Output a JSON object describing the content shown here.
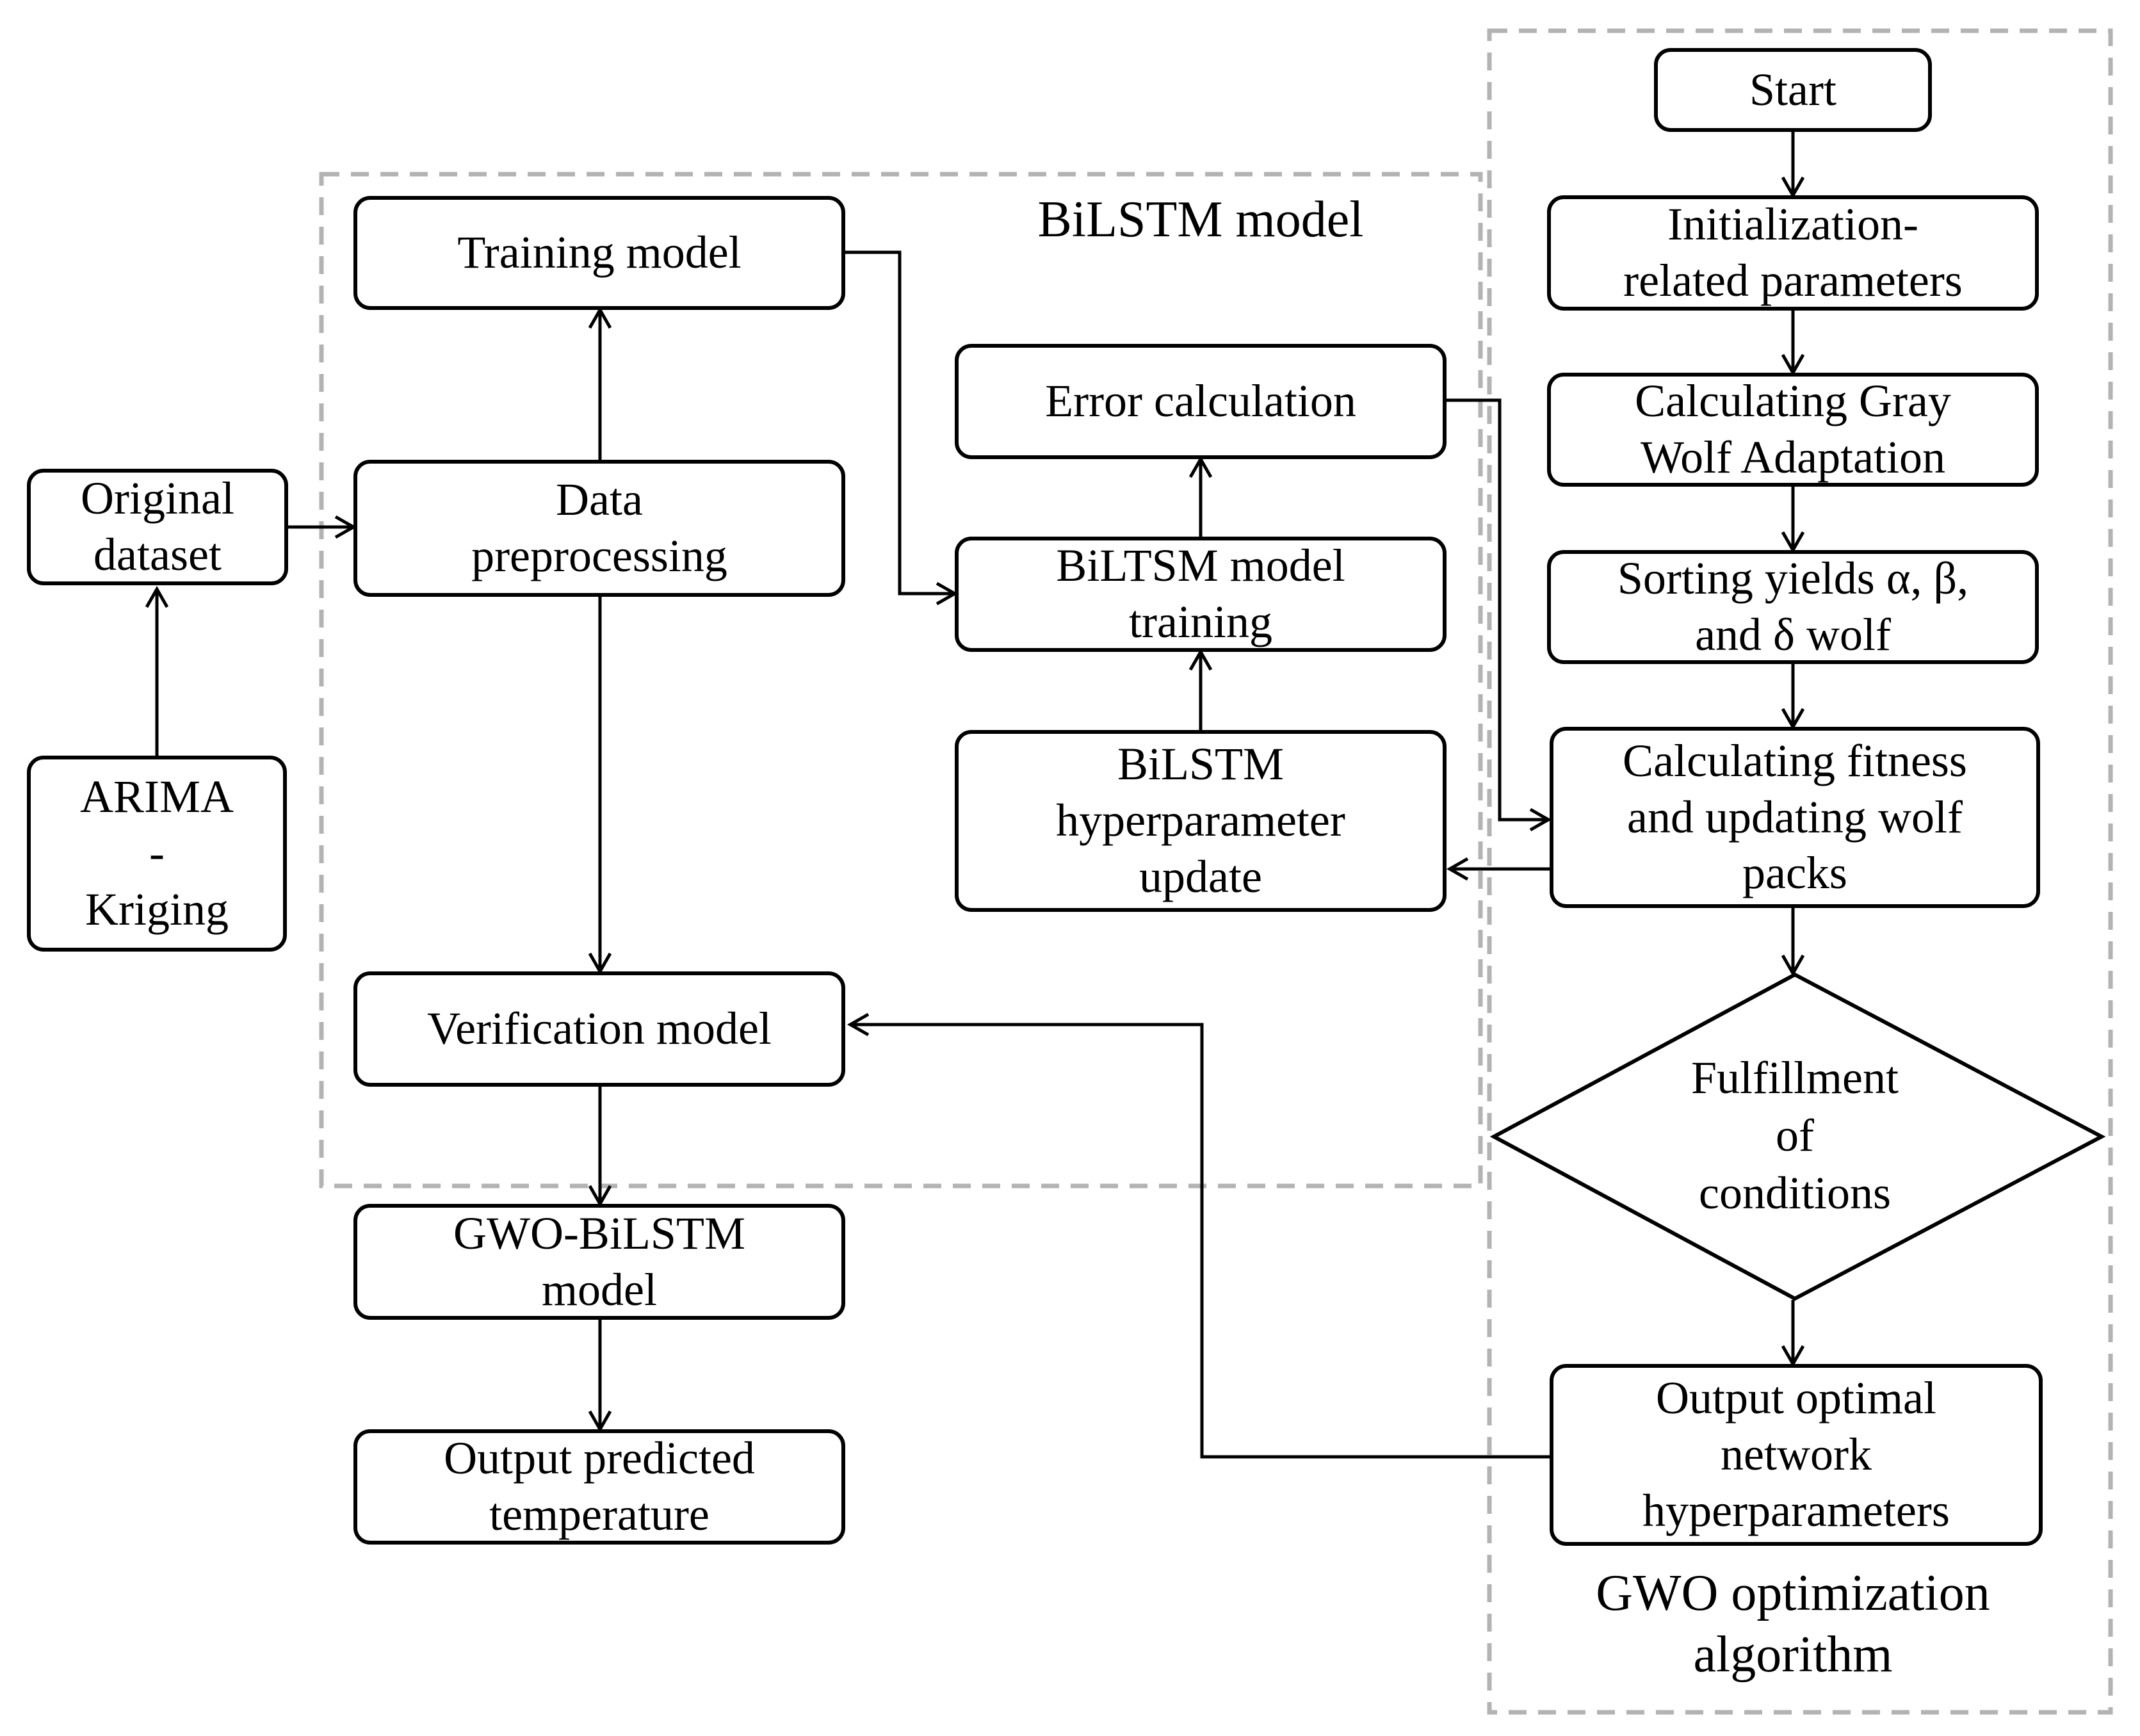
{
  "groups": {
    "bilstm": {
      "label": "BiLSTM model"
    },
    "gwo": {
      "label": "GWO optimization\nalgorithm"
    }
  },
  "nodes": {
    "original_dataset": "Original\ndataset",
    "arima_kriging": "ARIMA\n-\nKriging",
    "training_model": "Training model",
    "data_preprocessing": "Data\npreprocessing",
    "verification_model": "Verification model",
    "gwo_bilstm_model": "GWO-BiLSTM\nmodel",
    "output_predicted_temperature": "Output predicted\ntemperature",
    "error_calculation": "Error calculation",
    "biltsm_model_training": "BiLTSM model\ntraining",
    "bilstm_hyperparameter_update": "BiLSTM\nhyperparameter\nupdate",
    "start": "Start",
    "initialization": "Initialization-\nrelated parameters",
    "calculating_adaptation": "Calculating Gray\nWolf Adaptation",
    "sorting_yields": "Sorting yields α, β,\nand δ wolf",
    "calculating_fitness": "Calculating fitness\nand updating wolf\npacks",
    "fulfillment": "Fulfillment\nof\nconditions",
    "output_optimal": "Output optimal\nnetwork\nhyperparameters"
  }
}
